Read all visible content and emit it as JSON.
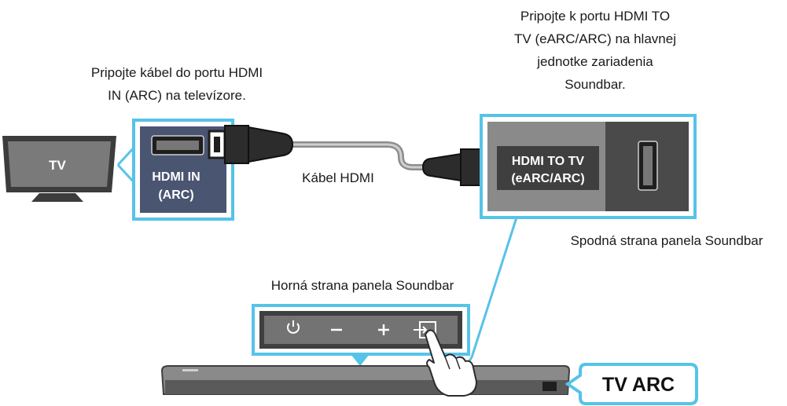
{
  "labels": {
    "tv_port_instruction_line1": "Pripojte kábel do portu HDMI",
    "tv_port_instruction_line2": "IN (ARC) na televízore.",
    "soundbar_port_instruction_line1": "Pripojte k portu HDMI TO",
    "soundbar_port_instruction_line2": "TV (eARC/ARC) na hlavnej",
    "soundbar_port_instruction_line3": "jednotke zariadenia",
    "soundbar_port_instruction_line4": "Soundbar.",
    "cable_label": "Kábel HDMI",
    "bottom_side_label": "Spodná strana panela Soundbar",
    "top_side_label": "Horná strana panela Soundbar"
  },
  "tv": {
    "screen_text": "TV",
    "port_label_line1": "HDMI IN",
    "port_label_line2": "(ARC)"
  },
  "soundbar_port": {
    "label_line1": "HDMI TO TV",
    "label_line2": "(eARC/ARC)"
  },
  "display": {
    "mode_text": "TV ARC"
  },
  "colors": {
    "callout_blue": "#56c3e8",
    "panel_gray": "#8a8a8a",
    "dark_gray": "#3f3f3f",
    "tv_port_bg": "#4a5572"
  }
}
